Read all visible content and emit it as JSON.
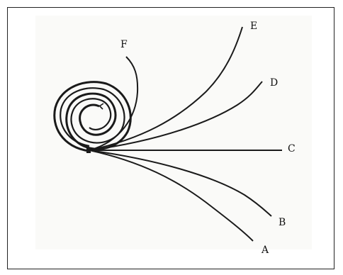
{
  "diagram": {
    "labels": {
      "A": "A",
      "B": "B",
      "C": "C",
      "D": "D",
      "E": "E",
      "F": "F"
    },
    "stroke_color": "#1a1a1a",
    "paper_tone": "#f4f4f2"
  }
}
